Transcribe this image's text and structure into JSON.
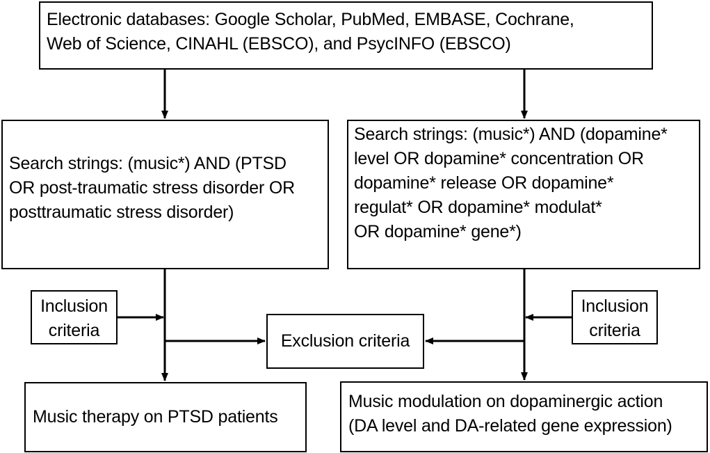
{
  "databases": {
    "lines": [
      "Electronic databases: Google Scholar, PubMed, EMBASE, Cochrane,",
      "Web of Science, CINAHL (EBSCO), and PsycINFO (EBSCO)"
    ]
  },
  "ptsd_branch": {
    "search_lines": [
      "Search strings: (music*) AND (PTSD",
      "OR post-traumatic stress disorder OR",
      "posttraumatic stress disorder)"
    ],
    "inclusion_lines": [
      "Inclusion",
      "criteria"
    ],
    "result": "Music therapy on PTSD patients"
  },
  "dopamine_branch": {
    "search_lines": [
      "Search strings: (music*) AND (dopamine*",
      "level OR dopamine* concentration OR",
      "dopamine* release OR dopamine*",
      "regulat* OR dopamine* modulat*",
      "OR dopamine* gene*)"
    ],
    "inclusion_lines": [
      "Inclusion",
      "criteria"
    ],
    "result_lines": [
      "Music modulation on dopaminergic action",
      "(DA level and DA-related gene expression)"
    ]
  },
  "exclusion": "Exclusion criteria",
  "colors": {
    "stroke": "#000000",
    "box_fill": "#ffffff",
    "text": "#000000"
  }
}
